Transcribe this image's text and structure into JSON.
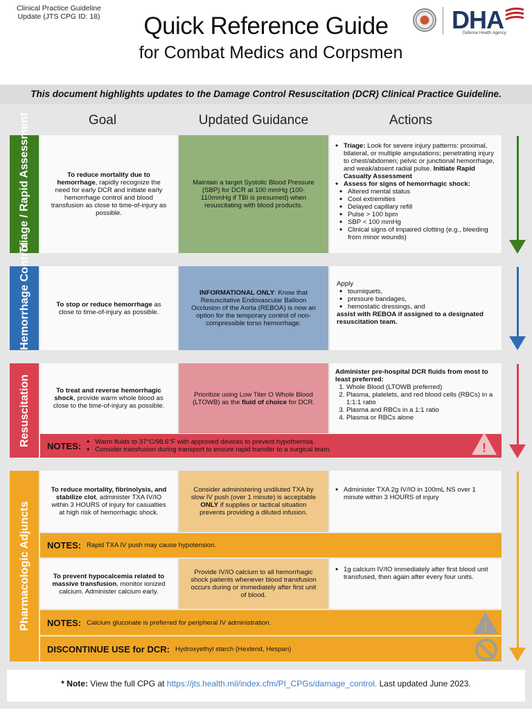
{
  "header": {
    "cpg_label": "Clinical Practice Guideline Update (JTS CPG ID: 18)",
    "title": "Quick Reference Guide",
    "subtitle": "for Combat Medics and Corpsmen",
    "logo_text": "DHA",
    "logo_sub": "Defense Health Agency"
  },
  "intro": "This document highlights updates to the Damage Control Resuscitation (DCR) Clinical Practice Guideline.",
  "columns": [
    "Goal",
    "Updated Guidance",
    "Actions"
  ],
  "colors": {
    "triage": "#3c7d1e",
    "triage_light": "#93b27a",
    "hemorrhage": "#2e6db4",
    "hemorrhage_light": "#8eaacb",
    "resuscitation": "#d94150",
    "resuscitation_light": "#e3949a",
    "pharm": "#f0a624",
    "pharm_light": "#f0c98a"
  },
  "sections": {
    "triage": {
      "label": "Triage / Rapid Assessment",
      "goal_bold": "To reduce mortality due to hemorrhage",
      "goal_rest": ", rapidly recognize the need for early DCR and initiate early hemorrhage control and blood transfusion as close to time-of-injury as possible.",
      "guidance": "Maintain a target Systolic Blood Pressure (SBP) for DCR at 100 mmHg (100-110mmHg if TBI is presumed) when resuscitating with blood products.",
      "action_triage_label": "Triage:",
      "action_triage_text": " Look for severe injury patterns: proximal, bilateral, or multiple amputations; penetrating injury to chest/abdomen; pelvic or junctional hemorrhage, and weak/absent radial pulse. ",
      "action_triage_bold": "Initiate Rapid Casualty Assessment",
      "action_assess": "Assess for signs of hemorrhagic shock:",
      "signs": [
        "Altered mental status",
        "Cool extremities",
        "Delayed capillary refill",
        "Pulse > 100 bpm",
        "SBP < 100 mmHg",
        "Clinical signs of impaired clotting (e.g., bleeding from minor wounds)"
      ]
    },
    "hemorrhage": {
      "label": "Hemorrhage Control",
      "goal_bold": "To stop or reduce hemorrhage",
      "goal_rest": " as close to time-of-injury as possible.",
      "guidance_bold": "INFORMATIONAL ONLY",
      "guidance_rest": ": Know that Resuscitative Endovascular Balloon Occlusion of the Aorta (REBOA) is now an option for the temporary control of non-compressible torso hemorrhage.",
      "apply": "Apply",
      "items": [
        "tourniquets,",
        "pressure bandages,",
        "hemostatic dressings, and"
      ],
      "assist": "assist with REBOA if assigned to a designated resuscitation team."
    },
    "resuscitation": {
      "label": "Resuscitation",
      "goal_bold": "To treat and reverse hemorrhagic shock",
      "goal_rest": ", provide warm whole blood as close to the time-of-injury as possible.",
      "guidance_pre": "Prioritize using Low Titer O Whole Blood (LTOWB) as the ",
      "guidance_bold": "fluid of choice",
      "guidance_post": " for DCR.",
      "action_head": "Administer pre-hospital DCR fluids from most to least preferred:",
      "fluids": [
        "Whole Blood (LTOWB preferred)",
        "Plasma, platelets, and red blood cells (RBCs) in a 1:1:1 ratio",
        "Plasma and RBCs in a 1:1 ratio",
        "Plasma or RBCs alone"
      ],
      "notes_title": "NOTES:",
      "notes": [
        "Warm fluids to 37°C/98.6°F with approved devices to prevent hypothermia.",
        "Consider transfusion during transport to ensure rapid transfer to a surgical team."
      ]
    },
    "pharm": {
      "label": "Pharmacologic Adjuncts",
      "txa_goal_bold": "To reduce mortality, fibrinolysis, and stabilize clot",
      "txa_goal_rest": ", administer TXA IV/IO within 3 HOURS of injury for casualties at high risk of hemorrhagic shock.",
      "txa_guidance_pre": "Consider administering undiluted TXA by slow IV push (over 1 minute) is acceptable ",
      "txa_guidance_bold": "ONLY",
      "txa_guidance_post": " if supplies or tactical situation prevents providing a diluted infusion.",
      "txa_action": "Administer TXA 2g IV/IO in 100mL NS over 1 minute within 3 HOURS of injury",
      "txa_notes_title": "NOTES:",
      "txa_note": "Rapid TXA IV push may cause hypotension.",
      "ca_goal_bold": "To prevent hypocalcemia related to massive transfusion",
      "ca_goal_rest": ", monitor ionized calcium. Administer calcium early.",
      "ca_guidance": "Provide IV/IO calcium to all hemorrhagic shock patients whenever blood transfusion occurs during or immediately after first unit of blood.",
      "ca_action": "1g calcium IV/IO immediately after first blood unit transfused, then again after every four units.",
      "ca_notes_title": "NOTES:",
      "ca_note": "Calcium gluconate is preferred for peripheral IV administration.",
      "discontinue_title": "DISCONTINUE USE for DCR:",
      "discontinue_text": "Hydroxyethyl starch (Hextend, Hespan)"
    }
  },
  "footer": {
    "note_label": "* Note:",
    "pre": " View the full CPG at ",
    "link": "https://jts.health.mil/index.cfm/PI_CPGs/damage_control.",
    "post": " Last updated June 2023."
  },
  "icons": [
    "warning-icon",
    "no-entry-icon",
    "down-arrow-icon",
    "dha-seal-icon"
  ]
}
